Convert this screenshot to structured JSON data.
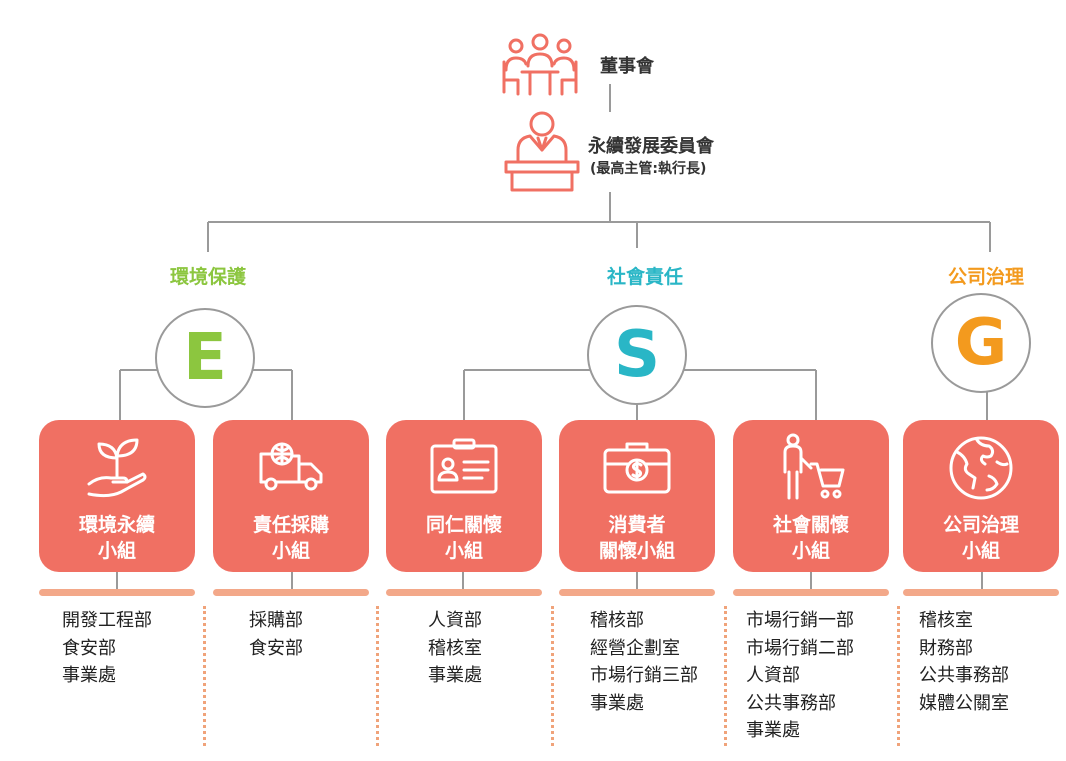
{
  "board": {
    "label": "董事會"
  },
  "committee": {
    "label": "永續發展委員會",
    "sublabel": "(最高主管:執行長)"
  },
  "categories": [
    {
      "label": "環境保護",
      "letter": "E",
      "color": "#8cc63f"
    },
    {
      "label": "社會責任",
      "letter": "S",
      "color": "#29b6c6"
    },
    {
      "label": "公司治理",
      "letter": "G",
      "color": "#f39a1e"
    }
  ],
  "groups": [
    {
      "title": "環境永續\n小組",
      "icon": "plant-in-hand-icon",
      "departments": [
        "開發工程部",
        "食安部",
        "事業處"
      ]
    },
    {
      "title": "責任採購\n小組",
      "icon": "delivery-truck-icon",
      "departments": [
        "採購部",
        "食安部"
      ]
    },
    {
      "title": "同仁關懷\n小組",
      "icon": "id-card-icon",
      "departments": [
        "人資部",
        "稽核室",
        "事業處"
      ]
    },
    {
      "title": "消費者\n關懷小組",
      "icon": "money-briefcase-icon",
      "departments": [
        "稽核部",
        "經營企劃室",
        "市場行銷三部",
        "事業處"
      ]
    },
    {
      "title": "社會關懷\n小組",
      "icon": "shopper-cart-icon",
      "departments": [
        "市場行銷一部",
        "市場行銷二部",
        "人資部",
        "公共事務部",
        "事業處"
      ]
    },
    {
      "title": "公司治理\n小組",
      "icon": "globe-icon",
      "departments": [
        "稽核室",
        "財務部",
        "公共事務部",
        "媒體公關室"
      ]
    }
  ],
  "colors": {
    "card": "#f07063",
    "connector": "#9a9a9a",
    "bar": "#f3a889",
    "dotted": "#f0a37a"
  }
}
